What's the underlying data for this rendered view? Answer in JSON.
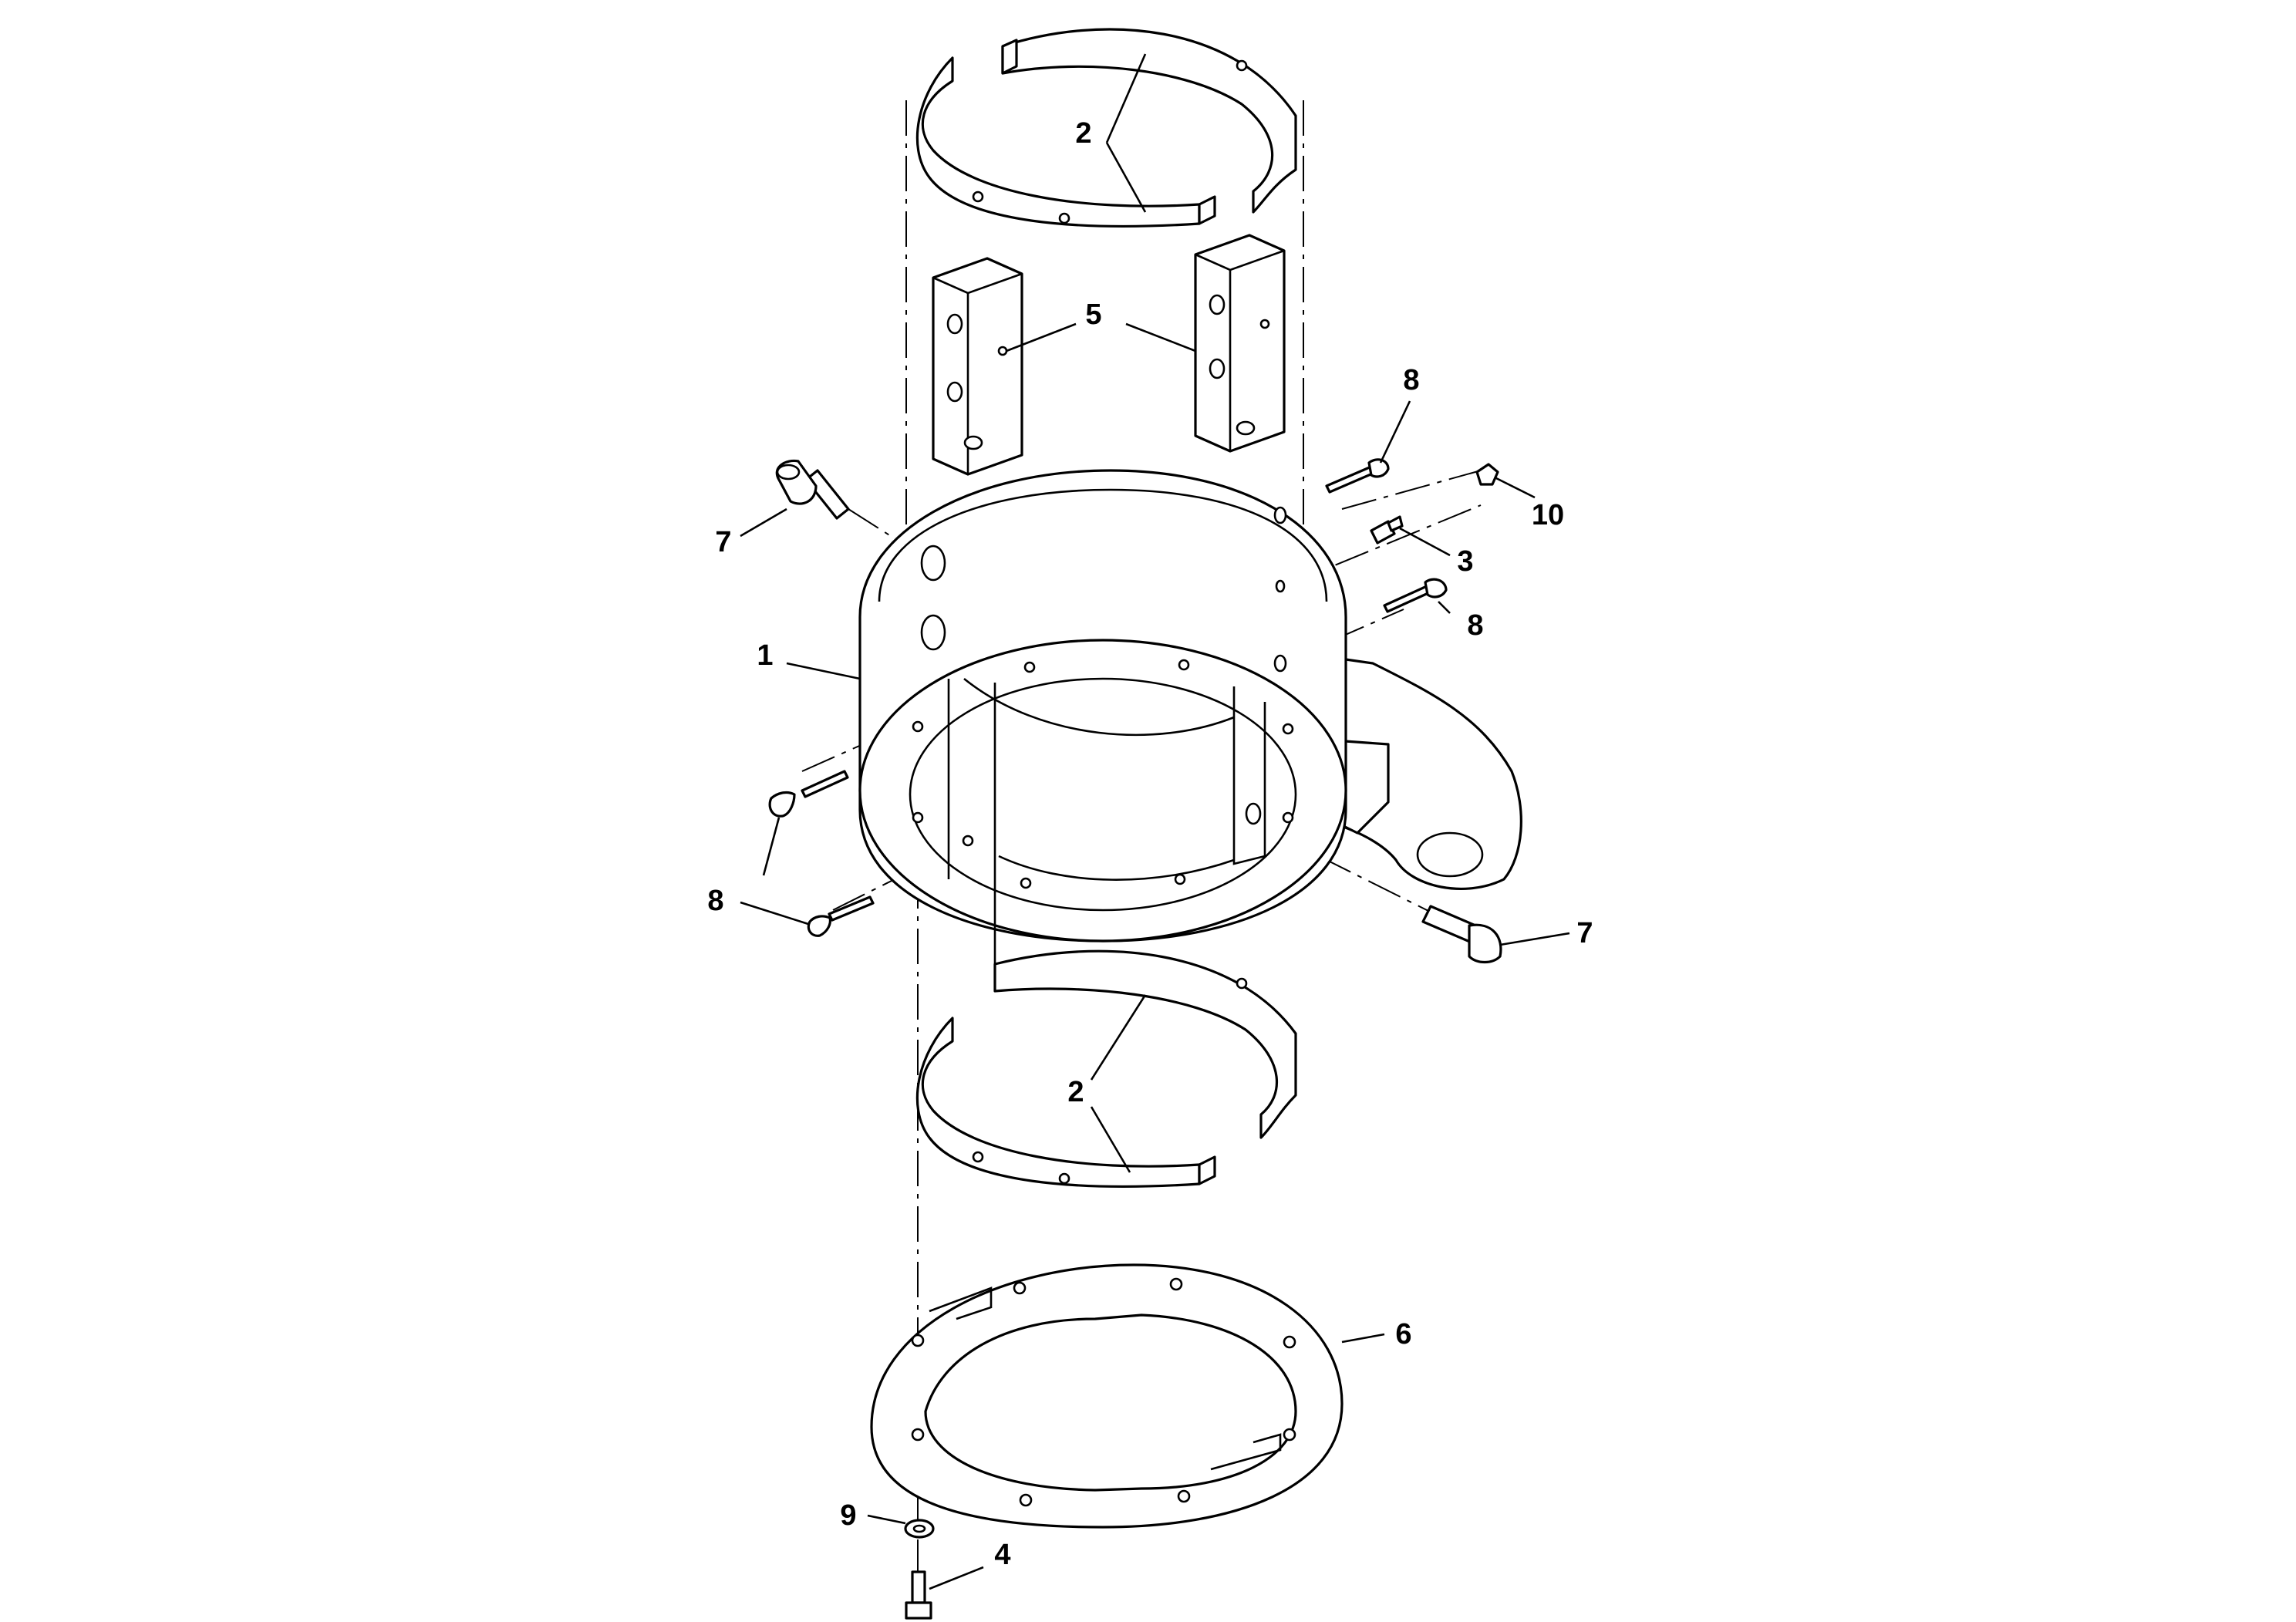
{
  "diagram": {
    "colors": {
      "line": "#000000",
      "background": "#ffffff"
    },
    "callouts": [
      {
        "id": "c2a",
        "text": "2"
      },
      {
        "id": "c5",
        "text": "5"
      },
      {
        "id": "c8a",
        "text": "8"
      },
      {
        "id": "c10",
        "text": "10"
      },
      {
        "id": "c7a",
        "text": "7"
      },
      {
        "id": "c3",
        "text": "3"
      },
      {
        "id": "c8b",
        "text": "8"
      },
      {
        "id": "c1",
        "text": "1"
      },
      {
        "id": "c8c",
        "text": "8"
      },
      {
        "id": "c7b",
        "text": "7"
      },
      {
        "id": "c2b",
        "text": "2"
      },
      {
        "id": "c6",
        "text": "6"
      },
      {
        "id": "c9",
        "text": "9"
      },
      {
        "id": "c4",
        "text": "4"
      }
    ]
  }
}
